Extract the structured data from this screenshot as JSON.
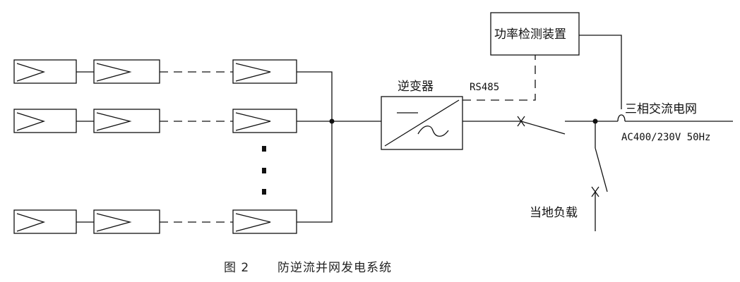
{
  "labels": {
    "inverter": "逆变器",
    "rs485": "RS485",
    "power_detector": "功率检测装置",
    "grid": "三相交流电网",
    "grid_spec": "AC400/230V 50Hz",
    "local_load": "当地负载"
  },
  "caption": {
    "number": "图 2",
    "title": "防逆流并网发电系统"
  }
}
